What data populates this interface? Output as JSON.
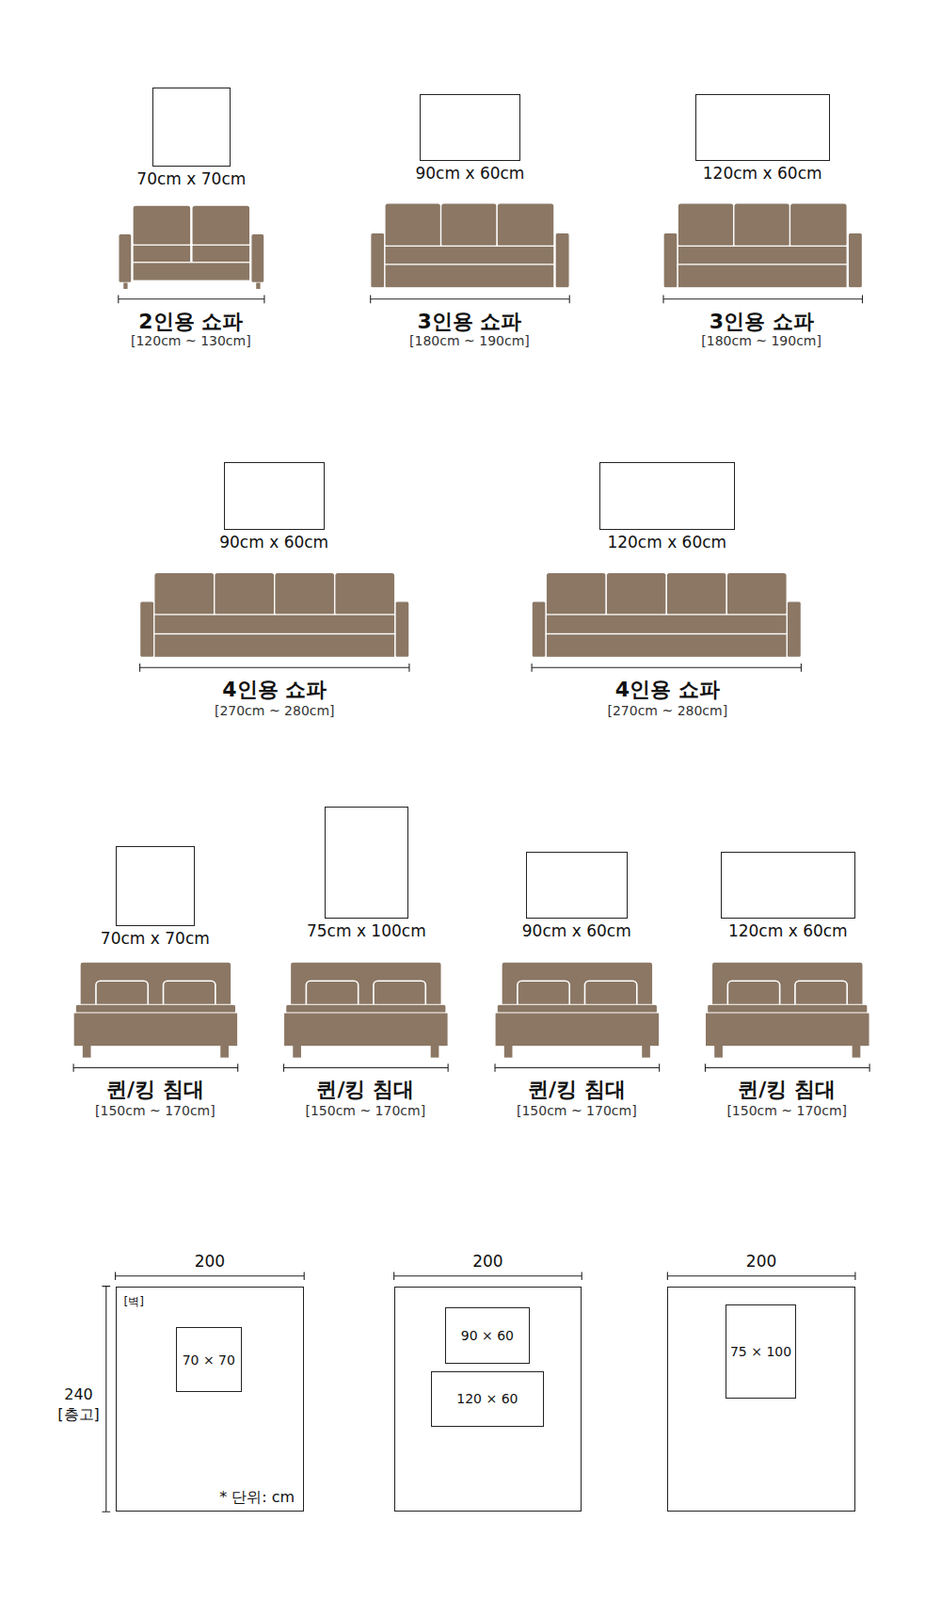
{
  "diagram": {
    "nodes": [
      {
        "text": [
          "70cm x 70cm"
        ]
      },
      {
        "text": [
          "90cm x 60cm"
        ]
      },
      {
        "text": [
          "120cm x 60cm"
        ]
      },
      {
        "text": [
          "90cm x 60cm"
        ]
      },
      {
        "text": [
          "120cm x 60cm"
        ]
      },
      {
        "text": [
          "70cm x 70cm"
        ]
      },
      {
        "text": [
          "75cm x 100cm"
        ]
      },
      {
        "text": [
          "90cm x 60cm"
        ]
      },
      {
        "text": [
          "120cm x 60cm"
        ]
      },
      {
        "text": [
          "200",
          "[벽]",
          "* 단위: cm"
        ]
      },
      {
        "text": [
          "70 × 70"
        ],
        "in": 9
      },
      {
        "text": [
          "200"
        ]
      },
      {
        "text": [
          "90 × 60"
        ],
        "in": 11
      },
      {
        "text": [
          "120 × 60"
        ],
        "in": 11
      },
      {
        "text": [
          "200"
        ]
      },
      {
        "text": [
          "75 × 100"
        ],
        "in": 14
      }
    ],
    "labels": [
      "2인용 쇼파",
      "[120cm ~ 130cm]",
      "3인용 쇼파",
      "[180cm ~ 190cm]",
      "3인용 쇼파",
      "[180cm ~ 190cm]",
      "4인용 쇼파",
      "[270cm ~ 280cm]",
      "4인용 쇼파",
      "[270cm ~ 280cm]",
      "퀸/킹 침대",
      "[150cm ~ 170cm]",
      "퀸/킹 침대",
      "[150cm ~ 170cm]",
      "퀸/킹 침대",
      "[150cm ~ 170cm]",
      "퀸/킹 침대",
      "[150cm ~ 170cm]",
      "240",
      "[층고]"
    ]
  }
}
